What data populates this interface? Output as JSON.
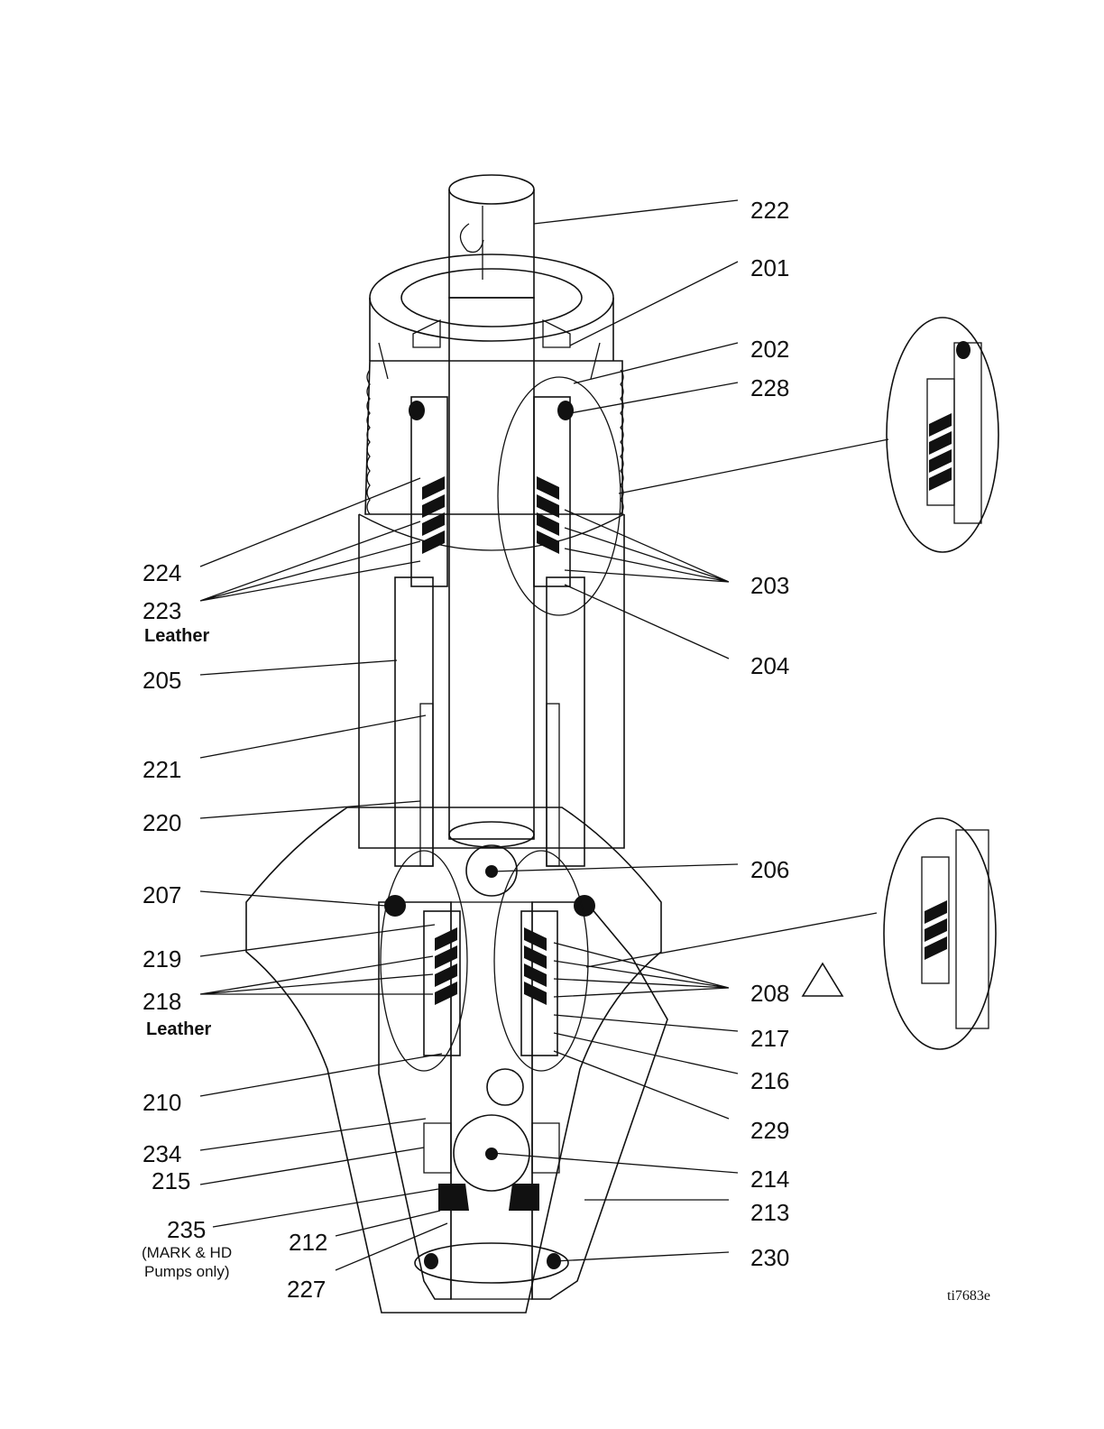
{
  "callouts": {
    "n222": "222",
    "n201": "201",
    "n202": "202",
    "n228": "228",
    "n203": "203",
    "n204": "204",
    "n224": "224",
    "n223": "223",
    "n205": "205",
    "n221": "221",
    "n220": "220",
    "n206": "206",
    "n207": "207",
    "n219": "219",
    "n218": "218",
    "n208": "208",
    "n217": "217",
    "n216": "216",
    "n229": "229",
    "n210": "210",
    "n234": "234",
    "n215": "215",
    "n214": "214",
    "n213": "213",
    "n235": "235",
    "n212": "212",
    "n230": "230",
    "n227": "227"
  },
  "notes": {
    "leather_223": "Leather",
    "leather_218": "Leather",
    "mark_hd_line1": "(MARK & HD",
    "mark_hd_line2": "Pumps only)"
  },
  "figure_id": "ti7683e",
  "colors": {
    "line": "#111111",
    "dark_gray": "#9a9a9a",
    "mid_gray": "#c8c8c8",
    "light_gray": "#dedede",
    "packing": "#111111"
  },
  "icons": {
    "warning": "triangle-outline-icon"
  }
}
